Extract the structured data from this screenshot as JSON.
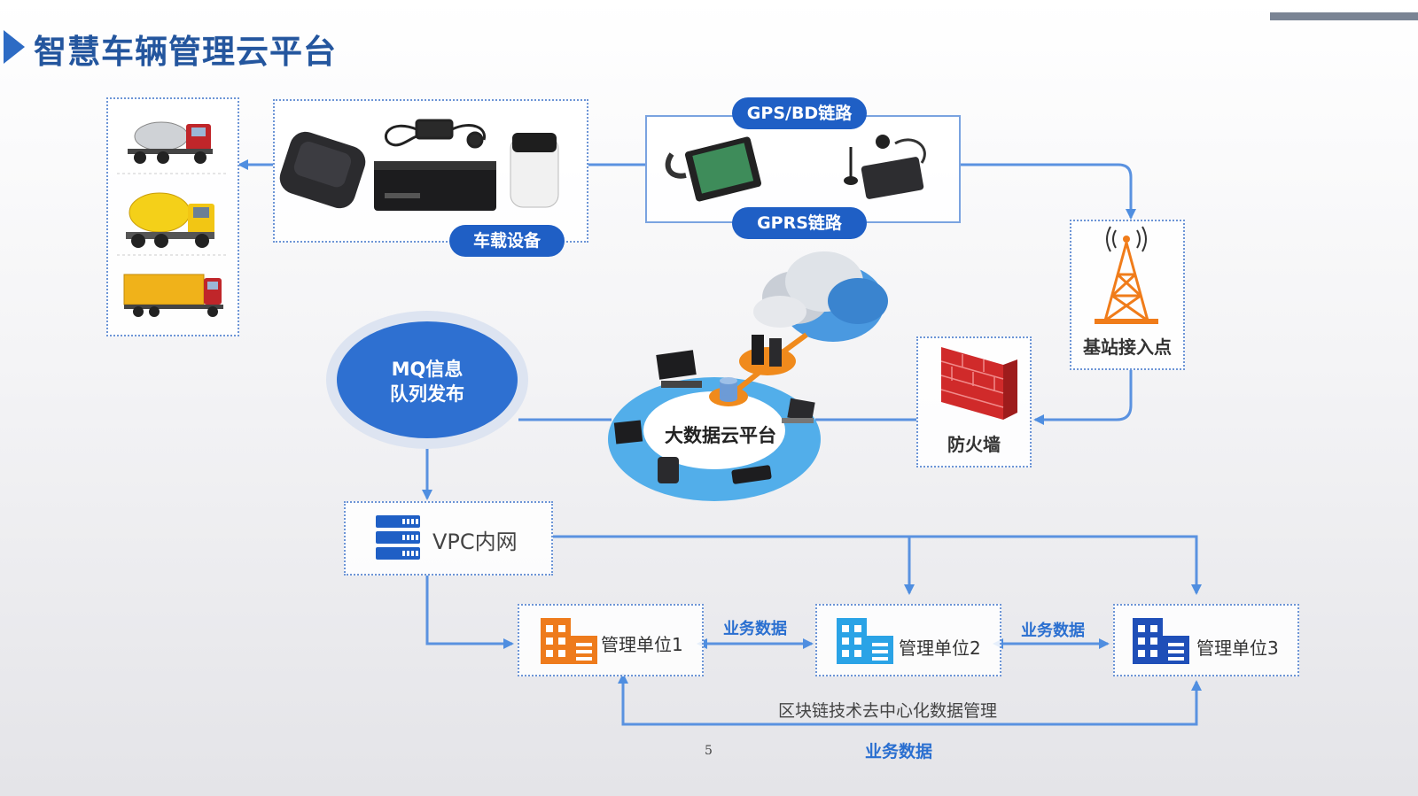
{
  "header": {
    "title": "智慧车辆管理云平台"
  },
  "vehicle_devices": {
    "label": "车载设备"
  },
  "links": {
    "gps_bd": "GPS/BD链路",
    "gprs": "GPRS链路"
  },
  "base_station": {
    "label": "基站接入点"
  },
  "firewall": {
    "label": "防火墙"
  },
  "mq": {
    "line1": "MQ信息",
    "line2": "队列发布"
  },
  "cloud_platform": {
    "label": "大数据云平台"
  },
  "vpc": {
    "label": "VPC内网"
  },
  "units": [
    {
      "label": "管理单位1",
      "icon": "building-orange-icon"
    },
    {
      "label": "管理单位2",
      "icon": "building-cyan-icon"
    },
    {
      "label": "管理单位3",
      "icon": "building-navy-icon"
    }
  ],
  "flows": {
    "business_data_1": "业务数据",
    "business_data_2": "业务数据",
    "blockchain": "区块链技术去中心化数据管理",
    "business_data_bottom": "业务数据"
  },
  "page_number": "5",
  "colors": {
    "accent": "#1f5fc5",
    "line": "#5a92e0",
    "title": "#24569e"
  }
}
